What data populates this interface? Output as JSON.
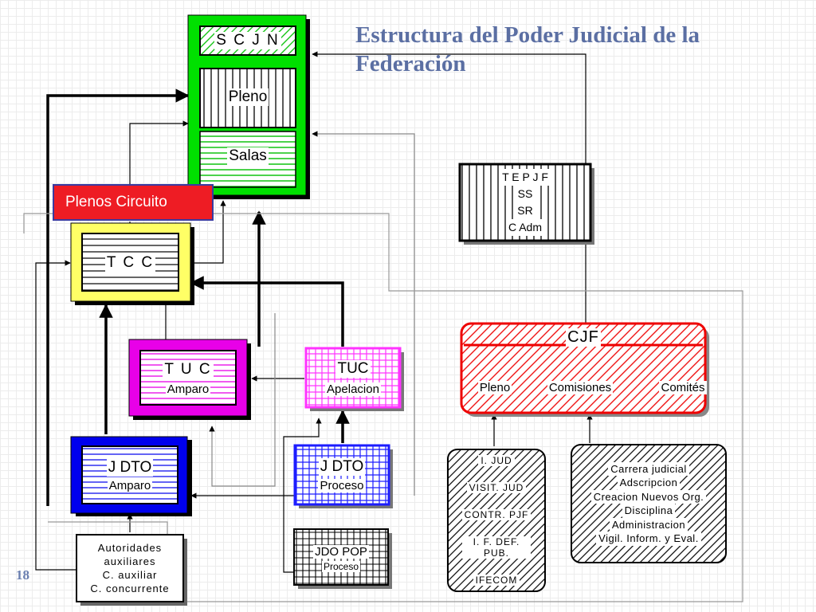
{
  "title": "Estructura del Poder Judicial de la Federación",
  "page_number": "18",
  "scjn": {
    "title": "S C J N",
    "pleno": "Pleno",
    "salas": "Salas"
  },
  "plenos_circuito": "Plenos Circuito",
  "tcc": "T C C",
  "tuc_amparo": {
    "title": "T U C",
    "sub": "Amparo"
  },
  "tuc_apelacion": {
    "title": "TUC",
    "sub": "Apelacion"
  },
  "jdto_amparo": {
    "title": "J  DTO",
    "sub": "Amparo"
  },
  "jdto_proceso": {
    "title": "J  DTO",
    "sub": "Proceso"
  },
  "jdo_pop": {
    "title": "JDO  POP",
    "sub": "Proceso"
  },
  "autoridades": [
    "Autoridades",
    "auxiliares",
    "C. auxiliar",
    "C. concurrente"
  ],
  "tepjf": [
    "T E P J F",
    "SS",
    "SR",
    "C Adm"
  ],
  "cjf": {
    "title": "CJF",
    "pleno": "Pleno",
    "comisiones": "Comisiones",
    "comites": "Comités"
  },
  "organos_auxiliares": [
    "I.  JUD",
    "VISIT. JUD",
    "CONTR. PJF",
    "I. F. DEF. PUB.",
    "IFECOM"
  ],
  "cjf_functions": [
    "Carrera judicial",
    "Adscripcion",
    "Creacion Nuevos Org.",
    "Disciplina",
    "Administracion",
    "Vigil.  Inform.  y Eval."
  ],
  "colors": {
    "scjn_frame": "#00e000",
    "tcc_frame": "#ffff66",
    "tuc_frame": "#e800e8",
    "tuc_apel": "#ff33ff",
    "jdto_frame": "#0000ee",
    "jdto_proc": "#1c1cff",
    "cjf": "#ee0000",
    "plenos": "#ee1c24",
    "title": "#5b6fa3"
  }
}
